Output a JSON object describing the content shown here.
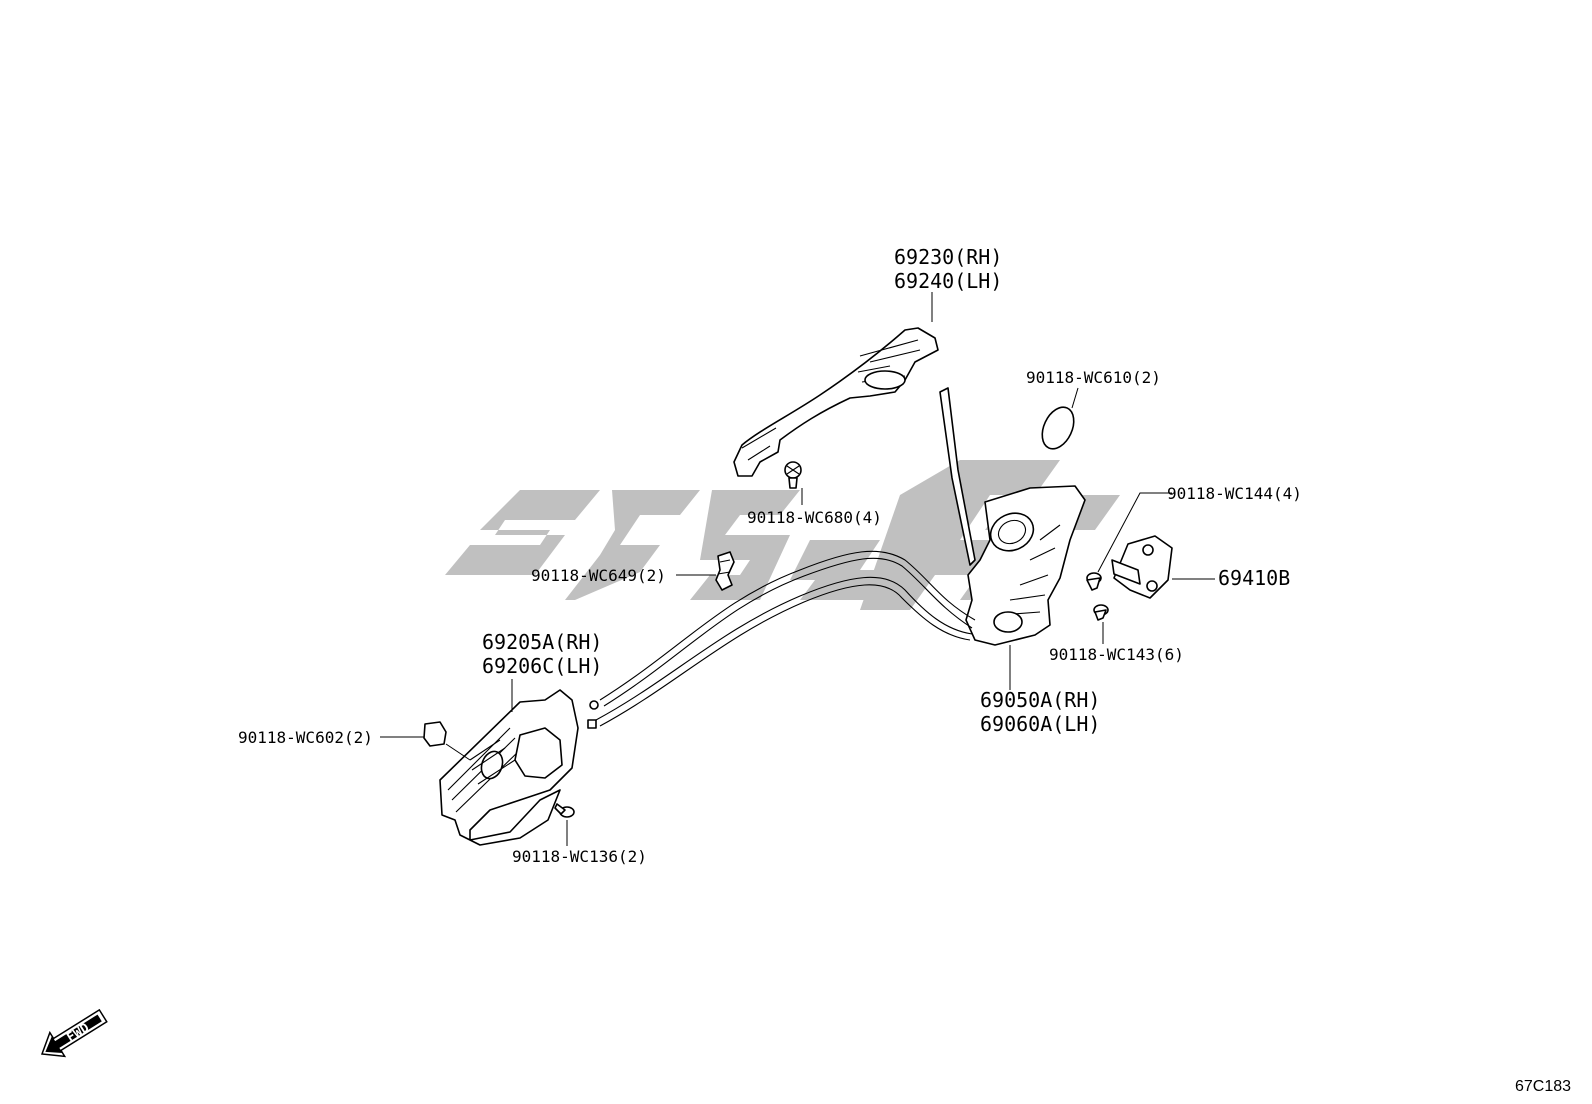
{
  "diagram": {
    "ref_code": "67C183",
    "fwd_label": "FWD",
    "watermark_color": "#bdbdbd",
    "labels": {
      "outer_handle_rh": "69230(RH)",
      "outer_handle_lh": "69240(LH)",
      "screw_wc610": "90118-WC610(2)",
      "screw_wc680": "90118-WC680(4)",
      "screw_wc144": "90118-WC144(4)",
      "striker": "69410B",
      "clip_wc649": "90118-WC649(2)",
      "screw_wc143": "90118-WC143(6)",
      "inner_handle_rh": "69205A(RH)",
      "inner_handle_lh": "69206C(LH)",
      "lock_rh": "69050A(RH)",
      "lock_lh": "69060A(LH)",
      "clip_wc602": "90118-WC602(2)",
      "screw_wc136": "90118-WC136(2)"
    }
  }
}
